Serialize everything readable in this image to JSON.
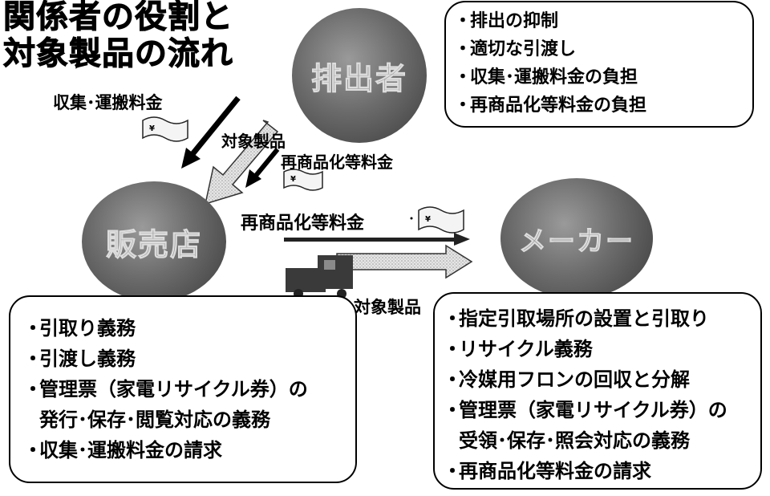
{
  "title": {
    "line1": "関係者の役割と",
    "line2": "対象製品の流れ"
  },
  "actors": {
    "discharger": "排出者",
    "retailer": "販売店",
    "maker": "メーカー"
  },
  "flows": {
    "collection_fee": "収集･運搬料金",
    "product_1": "対象製品",
    "recycling_fee_1": "再商品化等料金",
    "recycling_fee_2": "再商品化等料金",
    "product_2": "対象製品"
  },
  "discharger_roles": [
    "排出の抑制",
    "適切な引渡し",
    "収集･運搬料金の負担",
    "再商品化等料金の負担"
  ],
  "retailer_roles": [
    "引取り義務",
    "引渡し義務",
    "管理票（家電リサイクル券）の",
    "発行･保存･閲覧対応の義務",
    "収集･運搬料金の請求"
  ],
  "maker_roles": [
    "指定引取場所の設置と引取り",
    "リサイクル義務",
    "冷媒用フロンの回収と分解",
    "管理票（家電リサイクル券）の",
    "受領･保存･照会対応の義務",
    "再商品化等料金の請求"
  ],
  "icons": {
    "banknote": "banknote-icon",
    "truck": "truck-icon"
  }
}
